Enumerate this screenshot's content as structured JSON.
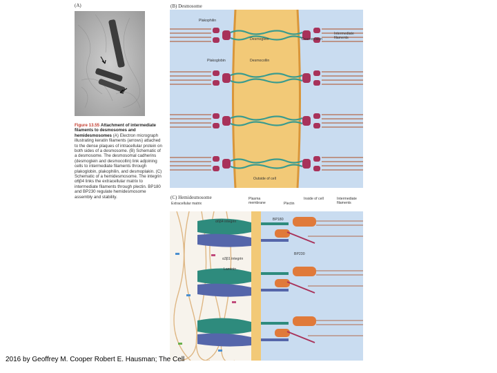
{
  "panel_a": {
    "label": "(A)"
  },
  "panel_b": {
    "label": "(B) Desmosome",
    "labels": {
      "plakophilin": "Plakophilin",
      "desmoglein": "Desmoglein",
      "desmoplakin": "Desmoplakin",
      "intermediate": "Intermediate filaments",
      "plakoglobin": "Plakoglobin",
      "desmocollin": "Desmocollin",
      "outside": "Outside of cell"
    }
  },
  "panel_c": {
    "label": "(C) Hemidesmosome",
    "labels": {
      "extracellular": "Extracellular matrix",
      "plasma": "Plasma membrane",
      "plectin": "Plectin",
      "inside": "Inside of cell",
      "intermediate": "Intermediate filaments",
      "bp180": "BP180",
      "a6b4": "α6β4 integrin",
      "bp230": "BP230",
      "a3b1": "α3β1 integrin",
      "laminin": "Laminin"
    }
  },
  "caption": {
    "figure_no": "Figure 13.55",
    "title": "Attachment of intermediate filaments to desmosomes and hemidesmosomes",
    "body": "(A) Electron micrograph illustrating keratin filaments (arrows) attached to the dense plaques of intracellular protein on both sides of a desmosome. (B) Schematic of a desmosome. The desmosomal cadherins (desmoglein and desmocollin) link adjoining cells to intermediate filaments through plakoglobin, plakophilin, and desmoplakin. (C) Schematic of a hemidesmosome. The integrin α6β4 links the extracellular matrix to intermediate filaments through plectin. BP180 and BP230 regulate hemidesmosome assembly and stability."
  },
  "footer": {
    "text": "2016 by Geoffrey M. Cooper Robert E. Hausman; The Cell"
  },
  "colors": {
    "cell_blue": "#c9dcf0",
    "membrane_orange": "#f2c977",
    "plaque_magenta": "#a8325a",
    "filament": "#b46a4a",
    "cadherin_teal": "#3a9b8e",
    "integrin_teal": "#2e8b7d",
    "integrin_blue": "#5566aa",
    "plectin_orange": "#e07a3a"
  }
}
